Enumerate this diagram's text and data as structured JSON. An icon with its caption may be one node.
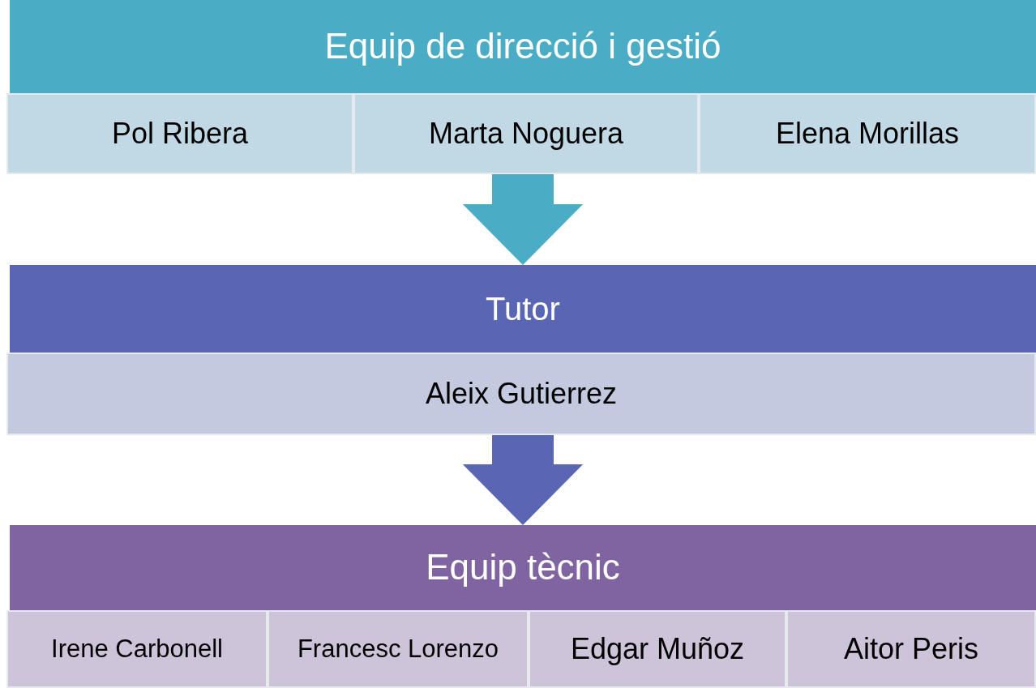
{
  "diagram": {
    "nodes": [
      {
        "text": [
          "Equip de direcció i gestió"
        ]
      },
      {
        "text": [
          "Pol Ribera"
        ]
      },
      {
        "text": [
          "Marta  Noguera"
        ]
      },
      {
        "text": [
          "Elena Morillas"
        ]
      },
      {
        "text": [
          "Tutor"
        ]
      },
      {
        "text": [
          "Aleix Gutierrez"
        ]
      },
      {
        "text": [
          "Equip tècnic"
        ]
      },
      {
        "text": [
          "Irene Carbonell"
        ]
      },
      {
        "text": [
          "Francesc Lorenzo"
        ]
      },
      {
        "text": [
          "Edgar Muñoz"
        ]
      },
      {
        "text": [
          "Aitor Peris"
        ]
      }
    ],
    "edges": [
      {
        "from": 2,
        "to": 4,
        "arrow": "to",
        "style": "thick",
        "color": "#4bacc6"
      },
      {
        "from": 5,
        "to": 6,
        "arrow": "to",
        "style": "thick",
        "color": "#5a66b3"
      }
    ]
  }
}
